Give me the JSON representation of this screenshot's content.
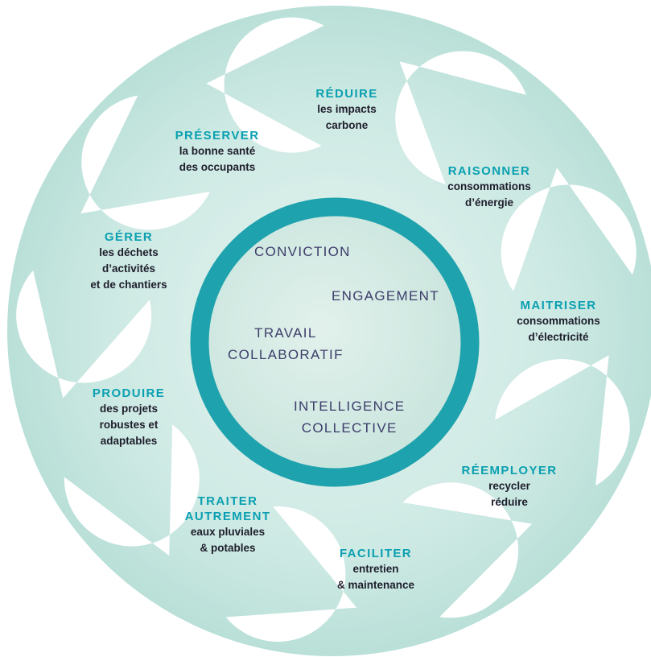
{
  "colors": {
    "accent": "#0aa0b1",
    "ring": "#1ea2ad",
    "inner_text": "#3c3c6a",
    "body_text": "#1d1d2b",
    "background_tint": "#d3ece7",
    "petal": "#ffffff"
  },
  "petals": [
    {
      "title": "RÉDUIRE",
      "lines": [
        "les impacts",
        "carbone"
      ]
    },
    {
      "title": "RAISONNER",
      "lines": [
        "consommations",
        "d’énergie"
      ]
    },
    {
      "title": "MAITRISER",
      "lines": [
        "consommations",
        "d’électricité"
      ]
    },
    {
      "title": "RÉEMPLOYER",
      "lines": [
        "recycler",
        "réduire"
      ]
    },
    {
      "title": "FACILITER",
      "lines": [
        "entretien",
        "& maintenance"
      ]
    },
    {
      "title": "TRAITER AUTREMENT",
      "title_lines": [
        "TRAITER",
        "AUTREMENT"
      ],
      "lines": [
        "eaux pluviales",
        "& potables"
      ]
    },
    {
      "title": "PRODUIRE",
      "lines": [
        "des projets",
        "robustes et",
        "adaptables"
      ]
    },
    {
      "title": "GÉRER",
      "lines": [
        "les déchets",
        "d’activités",
        "et de chantiers"
      ]
    },
    {
      "title": "PRÉSERVER",
      "lines": [
        "la bonne santé",
        "des occupants"
      ]
    }
  ],
  "values": [
    {
      "lines": [
        "CONVICTION"
      ]
    },
    {
      "lines": [
        "ENGAGEMENT"
      ]
    },
    {
      "lines": [
        "TRAVAIL",
        "COLLABORATIF"
      ]
    },
    {
      "lines": [
        "INTELLIGENCE",
        "COLLECTIVE"
      ]
    }
  ]
}
